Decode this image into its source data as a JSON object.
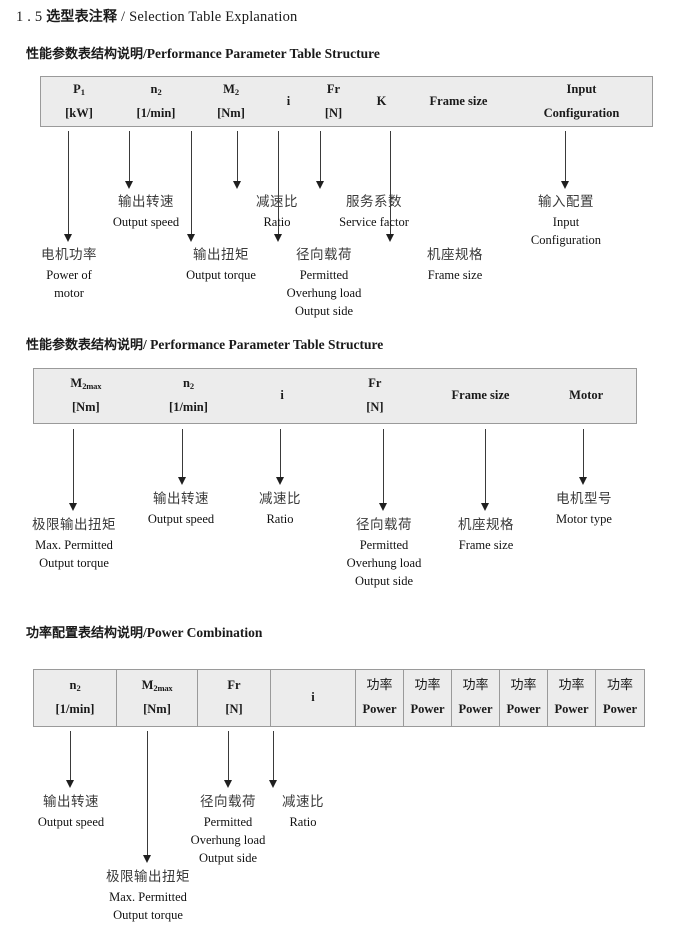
{
  "page": {
    "heading": {
      "number": "1 . 5",
      "cn": "选型表注释",
      "sep": "/",
      "en": "Selection Table Explanation"
    }
  },
  "sections": [
    {
      "id": "performance-parameter-1",
      "title": {
        "cn": "性能参数表结构说明",
        "sep": "/",
        "en": "Performance Parameter Table Structure"
      },
      "table": {
        "columns": [
          {
            "name": "p1",
            "line1": "P",
            "sub1": "1",
            "line2": "[kW]"
          },
          {
            "name": "n2",
            "line1": "n",
            "sub1": "2",
            "line2": "[1/min]"
          },
          {
            "name": "m2",
            "line1": "M",
            "sub1": "2",
            "line2": "[Nm]"
          },
          {
            "name": "i",
            "line1": "i",
            "sub1": "",
            "line2": ""
          },
          {
            "name": "fr",
            "line1": "Fr",
            "sub1": "",
            "line2": "[N]"
          },
          {
            "name": "k",
            "line1": "K",
            "sub1": "",
            "line2": ""
          },
          {
            "name": "frame-size",
            "line1": "Frame size",
            "sub1": "",
            "line2": ""
          },
          {
            "name": "input-configuration",
            "line1": "Input",
            "sub1": "",
            "line2": "Configuration"
          }
        ]
      },
      "annotations": [
        {
          "name": "power-of-motor",
          "cn": "电机功率",
          "en": [
            "Power of",
            "motor"
          ]
        },
        {
          "name": "output-speed",
          "cn": "输出转速",
          "en": [
            "Output speed"
          ]
        },
        {
          "name": "output-torque",
          "cn": "输出扭矩",
          "en": [
            "Output torque"
          ]
        },
        {
          "name": "ratio",
          "cn": "减速比",
          "en": [
            "Ratio"
          ]
        },
        {
          "name": "permitted-overhung-load",
          "cn": "径向载荷",
          "en": [
            "Permitted",
            "Overhung load",
            "Output side"
          ]
        },
        {
          "name": "service-factor",
          "cn": "服务系数",
          "en": [
            "Service factor"
          ]
        },
        {
          "name": "frame-size",
          "cn": "机座规格",
          "en": [
            "Frame size"
          ]
        },
        {
          "name": "input-configuration",
          "cn": "输入配置",
          "en": [
            "Input",
            "Configuration"
          ]
        }
      ]
    },
    {
      "id": "performance-parameter-2",
      "title": {
        "cn": "性能参数表结构说明",
        "sep": "/",
        "en": "Performance Parameter Table Structure"
      },
      "table": {
        "columns": [
          {
            "name": "m2max",
            "line1": "M",
            "sub1": "2max",
            "line2": "[Nm]"
          },
          {
            "name": "n2",
            "line1": "n",
            "sub1": "2",
            "line2": "[1/min]"
          },
          {
            "name": "i",
            "line1": "i",
            "sub1": "",
            "line2": ""
          },
          {
            "name": "fr",
            "line1": "Fr",
            "sub1": "",
            "line2": "[N]"
          },
          {
            "name": "frame-size",
            "line1": "Frame size",
            "sub1": "",
            "line2": ""
          },
          {
            "name": "motor",
            "line1": "Motor",
            "sub1": "",
            "line2": ""
          }
        ]
      },
      "annotations": [
        {
          "name": "max-permitted-output-torque",
          "cn": "极限输出扭矩",
          "en": [
            "Max. Permitted",
            "Output  torque"
          ]
        },
        {
          "name": "output-speed",
          "cn": "输出转速",
          "en": [
            "Output speed"
          ]
        },
        {
          "name": "ratio",
          "cn": "减速比",
          "en": [
            "Ratio"
          ]
        },
        {
          "name": "permitted-overhung-load",
          "cn": "径向载荷",
          "en": [
            "Permitted",
            "Overhung load",
            "Output side"
          ]
        },
        {
          "name": "frame-size",
          "cn": "机座规格",
          "en": [
            "Frame size"
          ]
        },
        {
          "name": "motor-type",
          "cn": "电机型号",
          "en": [
            "Motor type"
          ]
        }
      ]
    },
    {
      "id": "power-combination",
      "title": {
        "cn": "功率配置表结构说明",
        "sep": "/",
        "en": "Power Combination"
      },
      "table": {
        "columns": [
          {
            "name": "n2",
            "line1": "n",
            "sub1": "2",
            "line2": "[1/min]"
          },
          {
            "name": "m2max",
            "line1": "M",
            "sub1": "2max",
            "line2": "[Nm]"
          },
          {
            "name": "fr",
            "line1": "Fr",
            "sub1": "",
            "line2": "[N]"
          },
          {
            "name": "i",
            "line1": "i",
            "sub1": "",
            "line2": ""
          },
          {
            "name": "power-1",
            "line1cn": "功率",
            "line2": "Power"
          },
          {
            "name": "power-2",
            "line1cn": "功率",
            "line2": "Power"
          },
          {
            "name": "power-3",
            "line1cn": "功率",
            "line2": "Power"
          },
          {
            "name": "power-4",
            "line1cn": "功率",
            "line2": "Power"
          },
          {
            "name": "power-5",
            "line1cn": "功率",
            "line2": "Power"
          },
          {
            "name": "power-6",
            "line1cn": "功率",
            "line2": "Power"
          }
        ]
      },
      "annotations": [
        {
          "name": "output-speed",
          "cn": "输出转速",
          "en": [
            "Output speed"
          ]
        },
        {
          "name": "max-permitted-output-torque",
          "cn": "极限输出扭矩",
          "en": [
            "Max. Permitted",
            "Output  torque"
          ]
        },
        {
          "name": "permitted-overhung-load",
          "cn": "径向载荷",
          "en": [
            "Permitted",
            "Overhung load",
            "Output side"
          ]
        },
        {
          "name": "ratio",
          "cn": "减速比",
          "en": [
            "Ratio"
          ]
        }
      ]
    }
  ],
  "colors": {
    "table_fill": "#ececec",
    "table_border": "#9a9a9a",
    "arrow": "#1f1f1f",
    "text": "#1a1a1a"
  }
}
